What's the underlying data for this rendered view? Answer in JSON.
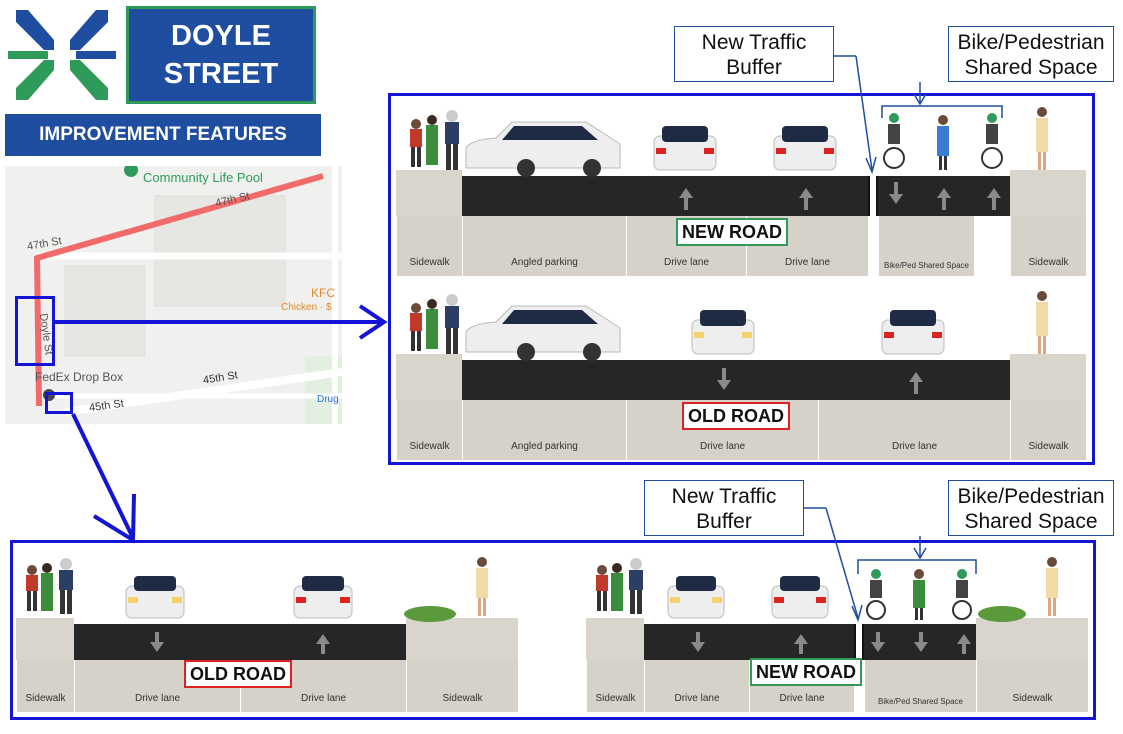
{
  "header": {
    "title_line1": "DOYLE",
    "title_line2": "STREET",
    "banner": "IMPROVEMENT FEATURES",
    "colors": {
      "brand_blue": "#1f4ea1",
      "brand_green": "#2e9b5a",
      "highlight_blue": "#1414d6"
    }
  },
  "map": {
    "poi_pool": "Community Life Pool",
    "street_47th_a": "47th St",
    "street_47th_b": "47th St",
    "street_doyle": "Doyle St",
    "street_45th_a": "45th St",
    "street_45th_b": "45th St",
    "poi_fedex": "FedEx Drop Box",
    "poi_kfc": "KFC",
    "poi_kfc_sub": "Chicken · $",
    "poi_drug": "Drug"
  },
  "callouts": {
    "buffer_top": "New Traffic Buffer",
    "shared_top": "Bike/Pedestrian Shared Space",
    "buffer_bottom": "New Traffic Buffer",
    "shared_bottom": "Bike/Pedestrian Shared Space"
  },
  "top_new": {
    "label": "NEW ROAD",
    "lanes": [
      "Sidewalk",
      "Angled parking",
      "Drive lane",
      "Drive lane",
      "Bike/Ped Shared Space",
      "Sidewalk"
    ]
  },
  "top_old": {
    "label": "OLD ROAD",
    "lanes": [
      "Sidewalk",
      "Angled parking",
      "Drive lane",
      "Drive lane",
      "Sidewalk"
    ]
  },
  "bottom_old": {
    "label": "OLD ROAD",
    "lanes": [
      "Sidewalk",
      "Drive lane",
      "Drive lane",
      "Sidewalk"
    ]
  },
  "bottom_new": {
    "label": "NEW ROAD",
    "lanes": [
      "Sidewalk",
      "Drive lane",
      "Drive lane",
      "Bike/Ped Shared Space",
      "Sidewalk"
    ]
  }
}
